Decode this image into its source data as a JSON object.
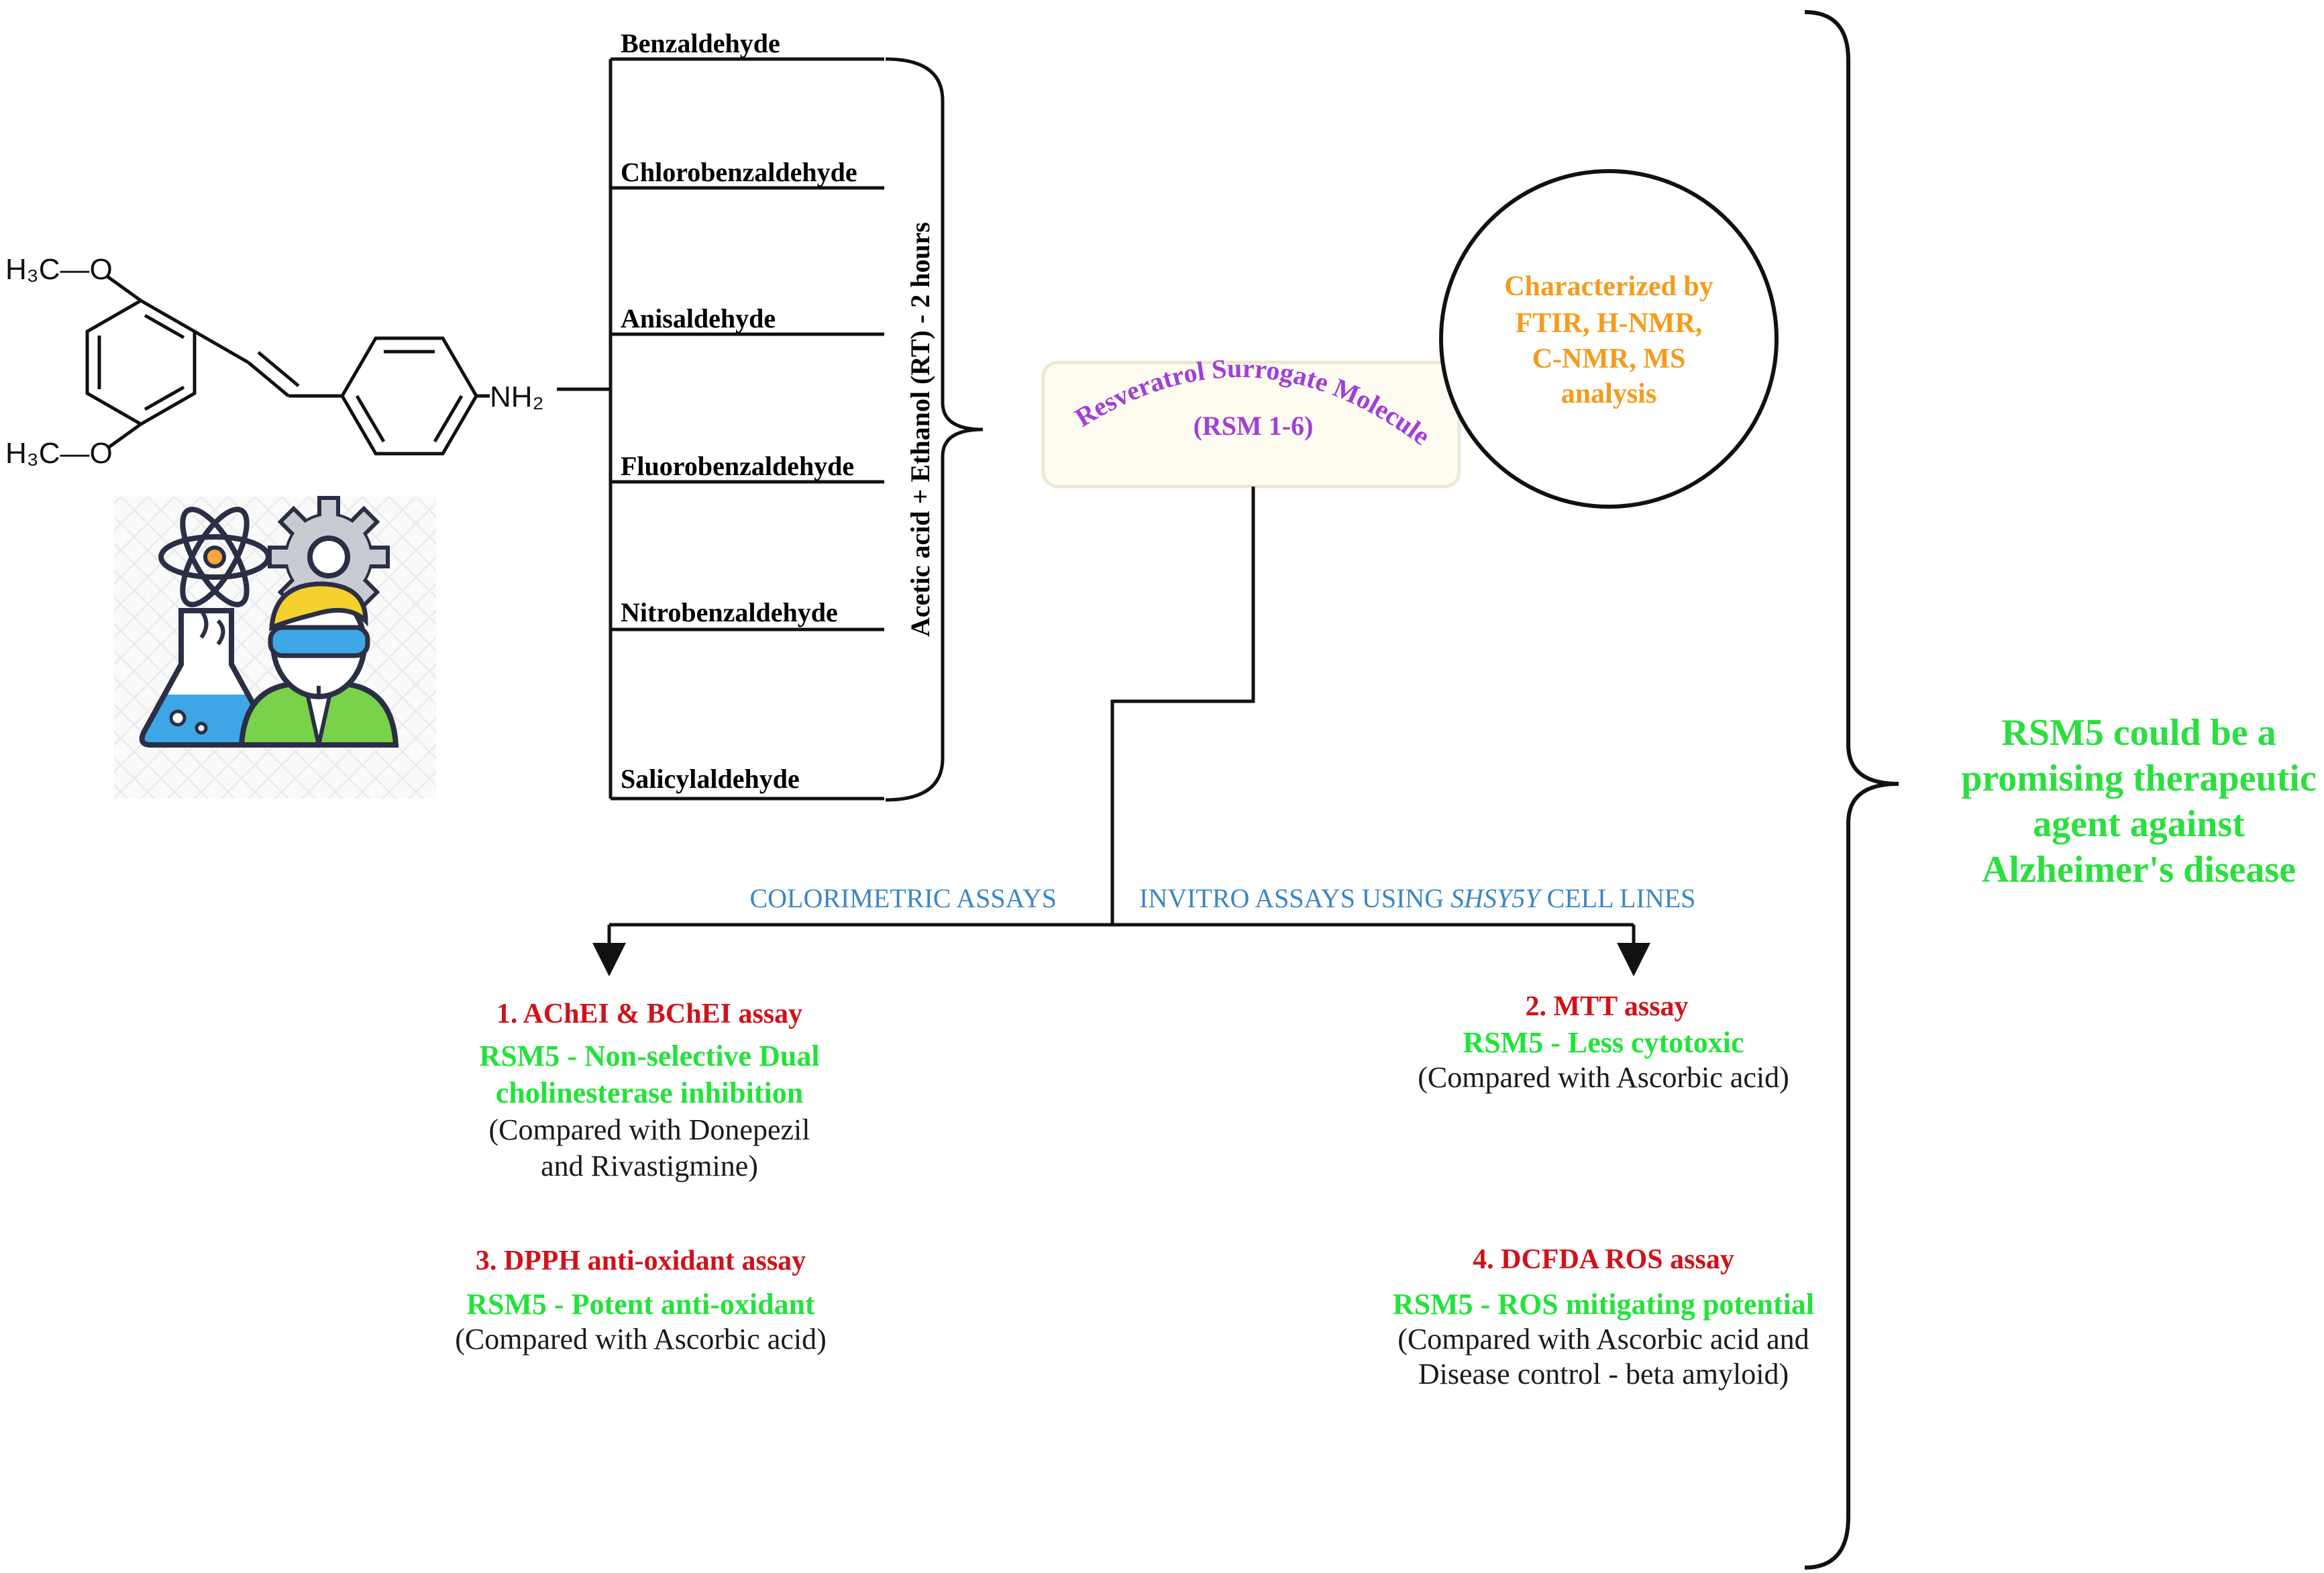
{
  "molecule": {
    "methoxy_top": "H₃C—O",
    "methoxy_bottom": "H₃C—O",
    "amine": "NH₂"
  },
  "aldehydes": [
    "Benzaldehyde",
    "Chlorobenzaldehyde",
    "Anisaldehyde",
    "Fluorobenzaldehyde",
    "Nitrobenzaldehyde",
    "Salicylaldehyde"
  ],
  "reaction_condition": "Acetic acid + Ethanol (RT) - 2 hours",
  "product": {
    "line1": "Resveratrol Surrogate Molecule",
    "line2": "(RSM 1-6)"
  },
  "characterization": {
    "lines": [
      "Characterized by",
      "FTIR, H-NMR,",
      "C-NMR, MS",
      "analysis"
    ]
  },
  "branches": {
    "left_label": "COLORIMETRIC ASSAYS",
    "right_label_pre": "INVITRO ASSAYS USING ",
    "right_label_italic": "SHSY5Y",
    "right_label_post": " CELL LINES"
  },
  "assays": {
    "a1": {
      "title": "1.  AChEI & BChEI assay",
      "result": [
        "RSM5 - Non-selective Dual",
        "cholinesterase inhibition"
      ],
      "note": [
        "(Compared with Donepezil",
        "and Rivastigmine)"
      ]
    },
    "a2": {
      "title": "2. MTT assay",
      "result": [
        "RSM5 - Less cytotoxic"
      ],
      "note": [
        "(Compared with Ascorbic acid)"
      ]
    },
    "a3": {
      "title": "3. DPPH anti-oxidant assay",
      "result": [
        "RSM5 - Potent anti-oxidant"
      ],
      "note": [
        "(Compared with Ascorbic acid)"
      ]
    },
    "a4": {
      "title": "4. DCFDA ROS assay",
      "result": [
        "RSM5 - ROS mitigating potential"
      ],
      "note": [
        "(Compared with Ascorbic acid and",
        "Disease control - beta amyloid)"
      ]
    }
  },
  "conclusion": {
    "lines": [
      "RSM5 could be a",
      "promising therapeutic",
      "agent against",
      "Alzheimer's disease"
    ]
  },
  "icons": [
    "scientist-with-flask-icon"
  ],
  "colors": {
    "assay_title": "#d0121b",
    "result_green": "#22e33a",
    "branch_blue": "#3b86c6",
    "characterization_orange": "#f59b1b",
    "product_purple": "#a23ed8"
  }
}
